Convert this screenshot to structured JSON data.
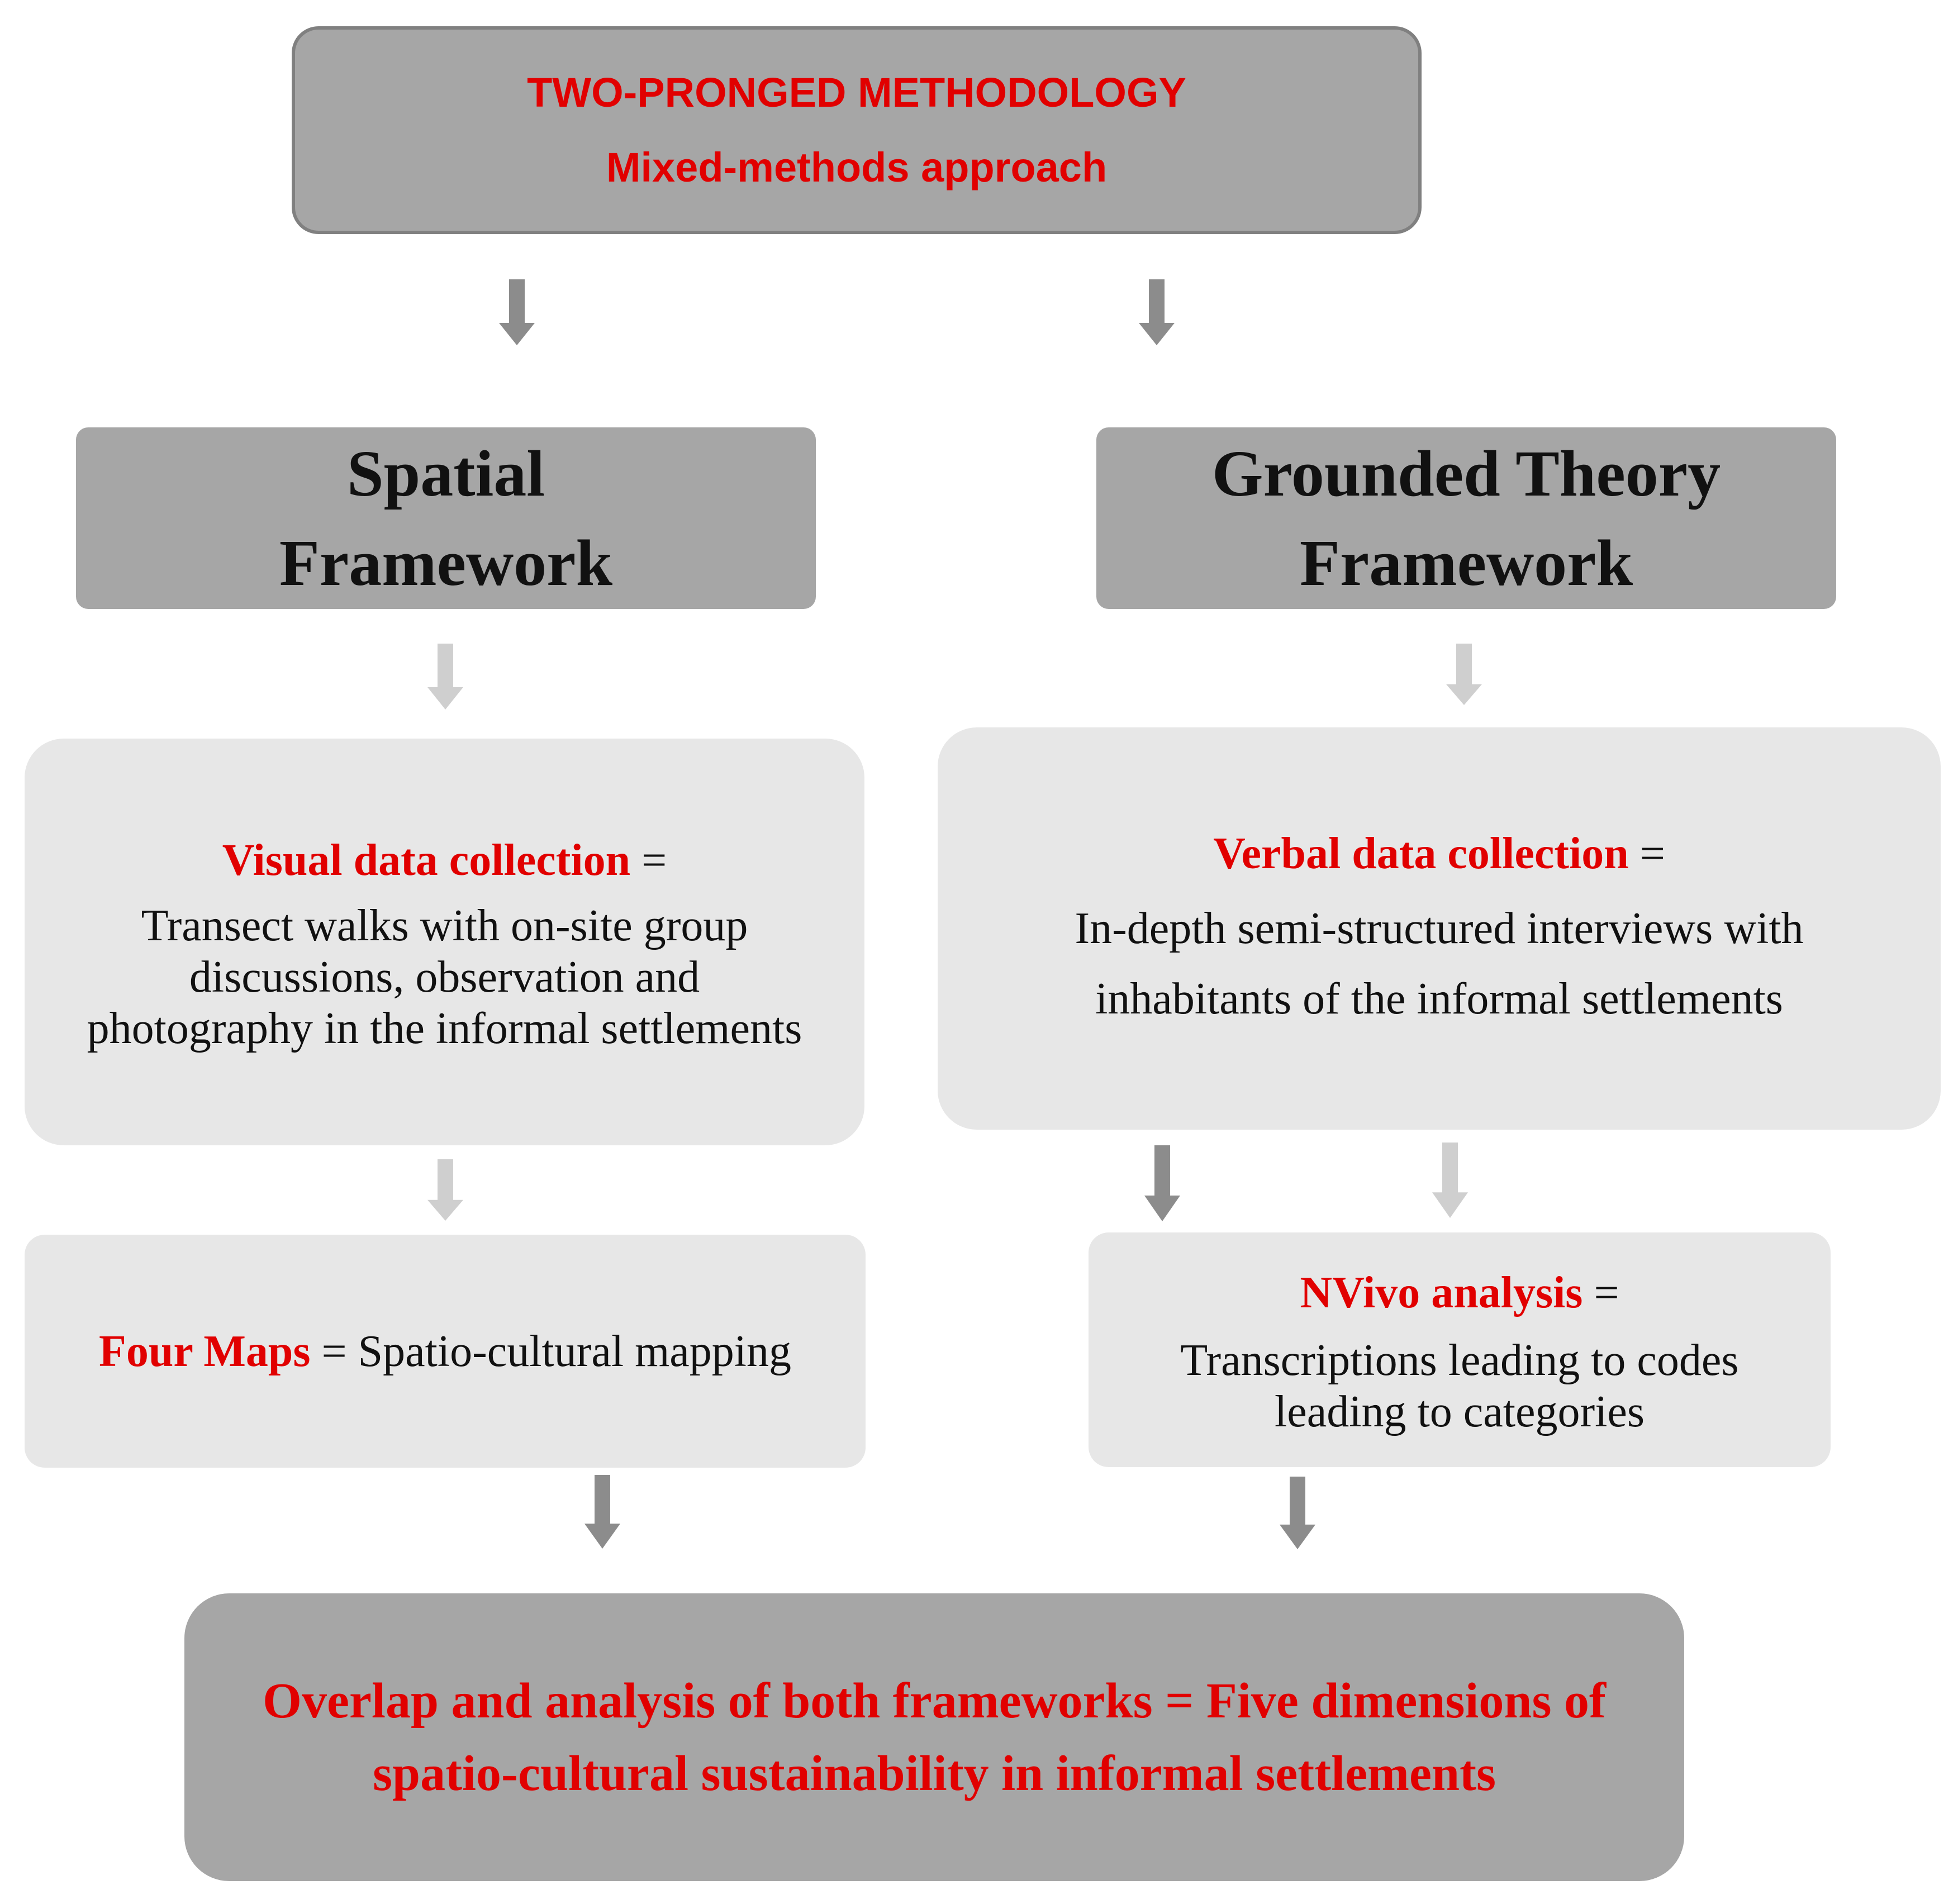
{
  "top": {
    "line1": "TWO-PRONGED METHODOLOGY",
    "line2": "Mixed-methods approach"
  },
  "spatial": {
    "line1": "Spatial",
    "line2": "Framework"
  },
  "grounded": {
    "line1": "Grounded Theory",
    "line2": "Framework"
  },
  "visual": {
    "label": "Visual data collection",
    "eq": " =",
    "line1": "Transect walks with on-site group",
    "line2": "discussions, observation and",
    "line3": "photography in the informal settlements"
  },
  "verbal": {
    "label": "Verbal data collection",
    "eq": " =",
    "line1": "In-depth semi-structured interviews with",
    "line2": "inhabitants of the informal settlements"
  },
  "maps": {
    "label": "Four Maps",
    "rest": " = Spatio-cultural mapping"
  },
  "nvivo": {
    "label": "NVivo analysis",
    "eq": " =",
    "line1": "Transcriptions leading to codes",
    "line2": "leading to categories"
  },
  "final": {
    "line1": "Overlap and analysis of both frameworks = Five dimensions of",
    "line2": "spatio-cultural sustainability in informal settlements"
  },
  "colors": {
    "accent_red": "#e10000",
    "dark_box": "#a6a6a6",
    "light_box": "#e7e7e7",
    "arrow_dark": "#8c8c8c",
    "arrow_light": "#cfcfcf"
  }
}
